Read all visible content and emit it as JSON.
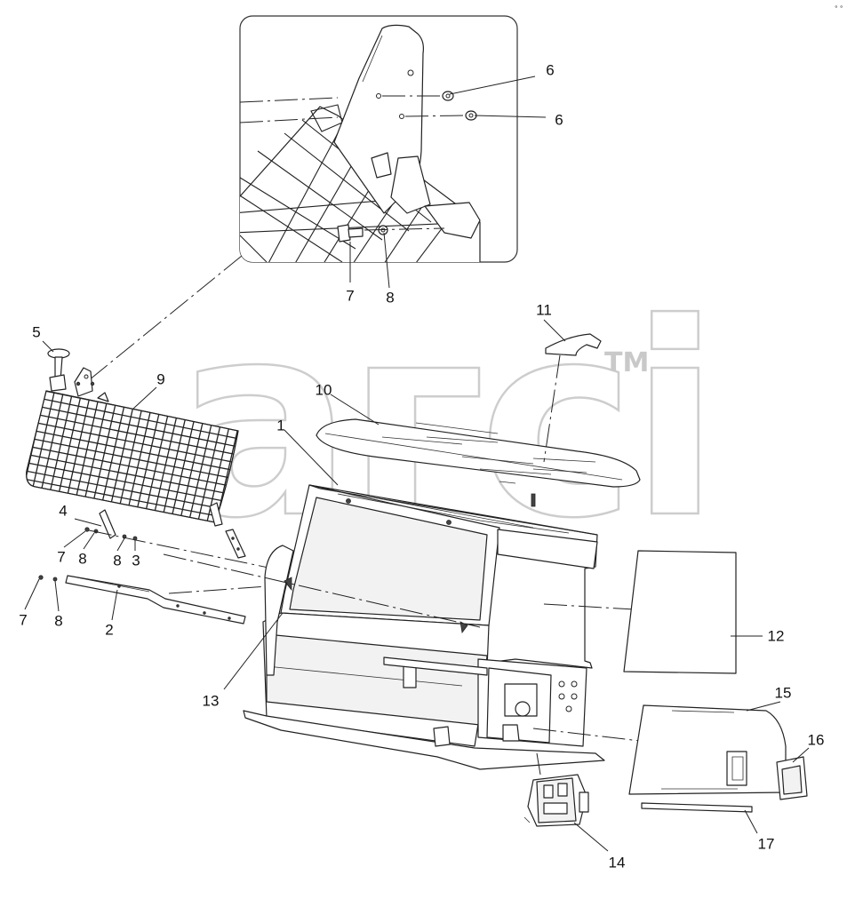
{
  "watermark": {
    "text": "агсі",
    "trademark": "TM"
  },
  "callouts": [
    {
      "id": "c1",
      "label": "1"
    },
    {
      "id": "c2",
      "label": "2"
    },
    {
      "id": "c3",
      "label": "3"
    },
    {
      "id": "c4",
      "label": "4"
    },
    {
      "id": "c5",
      "label": "5"
    },
    {
      "id": "c6a",
      "label": "6"
    },
    {
      "id": "c6b",
      "label": "6"
    },
    {
      "id": "c7a",
      "label": "7"
    },
    {
      "id": "c7b",
      "label": "7"
    },
    {
      "id": "c7c",
      "label": "7"
    },
    {
      "id": "c8a",
      "label": "8"
    },
    {
      "id": "c8b",
      "label": "8"
    },
    {
      "id": "c8c",
      "label": "8"
    },
    {
      "id": "c8d",
      "label": "8"
    },
    {
      "id": "c9",
      "label": "9"
    },
    {
      "id": "c10",
      "label": "10"
    },
    {
      "id": "c11",
      "label": "11"
    },
    {
      "id": "c12",
      "label": "12"
    },
    {
      "id": "c13",
      "label": "13"
    },
    {
      "id": "c14",
      "label": "14"
    },
    {
      "id": "c15",
      "label": "15"
    },
    {
      "id": "c16",
      "label": "16"
    },
    {
      "id": "c17",
      "label": "17"
    }
  ]
}
